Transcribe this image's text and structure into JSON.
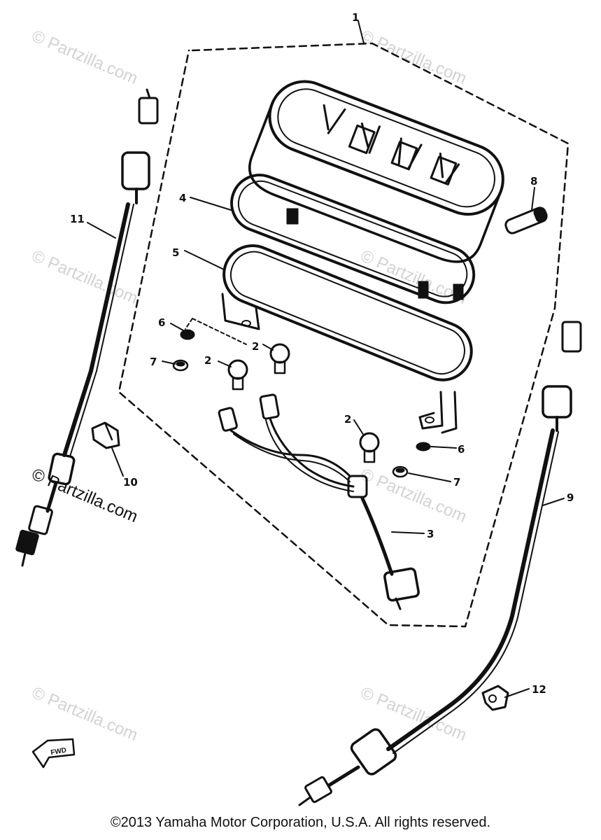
{
  "watermarks": {
    "brand": "© Partzilla.com"
  },
  "callouts": {
    "c1": "1",
    "c2a": "2",
    "c2b": "2",
    "c2c": "2",
    "c3": "3",
    "c4": "4",
    "c5": "5",
    "c6a": "6",
    "c6b": "6",
    "c7a": "7",
    "c7b": "7",
    "c8": "8",
    "c9": "9",
    "c10": "10",
    "c11": "11",
    "c12": "12"
  },
  "fwd_label": "FWD",
  "copyright": "©2013  Yamaha Motor Corporation, U.S.A. All rights reserved."
}
